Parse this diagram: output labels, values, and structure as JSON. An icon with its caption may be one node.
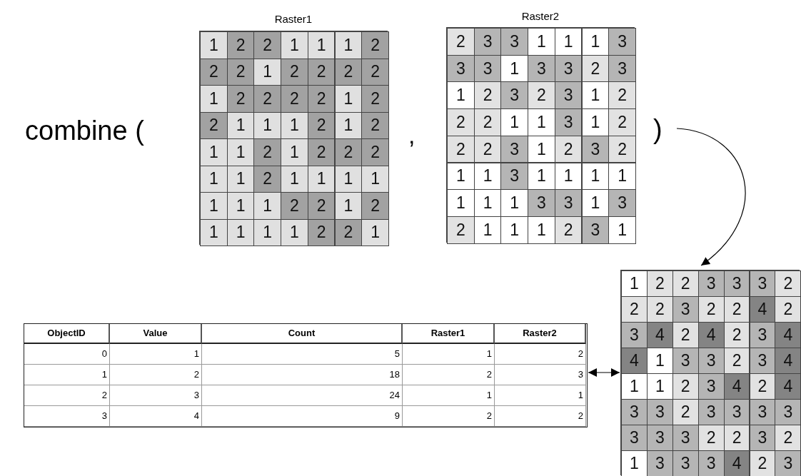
{
  "diagram": {
    "nodes": [
      {
        "text": [
          "Raster1",
          "1",
          "2",
          "2",
          "1",
          "1",
          "1",
          "2",
          "2",
          "2",
          "1",
          "2",
          "2",
          "2",
          "2",
          "1",
          "2",
          "2",
          "2",
          "2",
          "1",
          "2",
          "2",
          "1",
          "1",
          "1",
          "2",
          "1",
          "2",
          "1",
          "1",
          "2",
          "1",
          "2",
          "2",
          "2",
          "1",
          "1",
          "2",
          "1",
          "1",
          "1",
          "1",
          "1",
          "1",
          "1",
          "2",
          "2",
          "1",
          "2",
          "1",
          "1",
          "1",
          "1",
          "2",
          "2",
          "1"
        ]
      },
      {
        "text": [
          "Raster2",
          "2",
          "3",
          "3",
          "1",
          "1",
          "1",
          "3",
          "3",
          "3",
          "1",
          "3",
          "3",
          "2",
          "3",
          "1",
          "2",
          "3",
          "2",
          "3",
          "1",
          "2",
          "2",
          "2",
          "1",
          "1",
          "3",
          "1",
          "2",
          "2",
          "2",
          "3",
          "1",
          "2",
          "3",
          "2",
          "1",
          "1",
          "3",
          "1",
          "1",
          "1",
          "1",
          "1",
          "1",
          "1",
          "3",
          "3",
          "1",
          "3",
          "2",
          "1",
          "1",
          "1",
          "2",
          "3",
          "1"
        ]
      },
      {
        "text": [
          "1",
          "2",
          "2",
          "3",
          "3",
          "3",
          "2",
          "2",
          "2",
          "3",
          "2",
          "2",
          "4",
          "2",
          "3",
          "4",
          "2",
          "4",
          "2",
          "3",
          "4",
          "4",
          "1",
          "3",
          "3",
          "2",
          "3",
          "4",
          "1",
          "1",
          "2",
          "3",
          "4",
          "2",
          "4",
          "3",
          "3",
          "2",
          "3",
          "3",
          "3",
          "3",
          "3",
          "3",
          "3",
          "2",
          "2",
          "3",
          "2",
          "1",
          "3",
          "3",
          "3",
          "4",
          "2",
          "3"
        ]
      },
      {
        "text": [
          "ObjectID",
          "Value",
          "Count",
          "Raster1",
          "Raster2",
          "0",
          "1",
          "5",
          "1",
          "2",
          "1",
          "2",
          "18",
          "2",
          "3",
          "2",
          "3",
          "24",
          "1",
          "1",
          "3",
          "4",
          "9",
          "2",
          "2"
        ]
      }
    ],
    "edges": [
      {
        "from": null,
        "to": 2,
        "arrow": "to"
      },
      {
        "from": 3,
        "to": 2,
        "arrow": "both"
      }
    ],
    "labels": [
      "combine (",
      ",",
      ")"
    ]
  }
}
